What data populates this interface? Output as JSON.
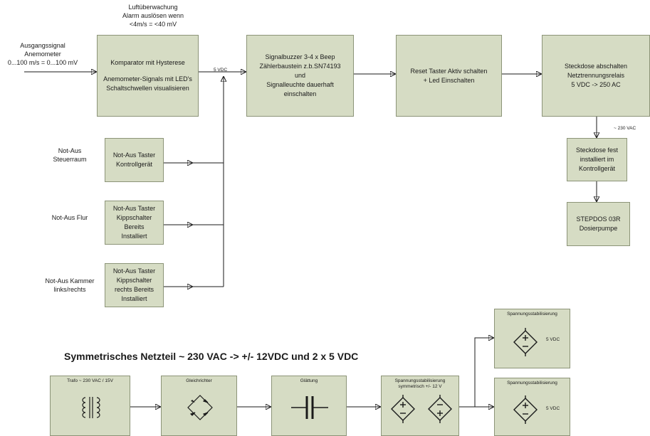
{
  "top_labels": {
    "luft": [
      "Luftüberwachung",
      "Alarm auslösen wenn",
      "<4m/s = <40 mV"
    ],
    "ausgang": [
      "Ausgangssignal",
      "Anemometer",
      "0...100 m/s = 0...100 mV"
    ],
    "vdc5": "5 VDC",
    "vac230": "~ 230 VAC"
  },
  "boxes": {
    "komparator": [
      "Komparator mit Hysterese",
      "",
      "Anemometer-Signals mit LED's",
      "Schaltschwellen visualisieren"
    ],
    "signalbuzzer": [
      "Signalbuzzer 3-4 x Beep",
      "Zählerbaustein z.b.SN74193",
      "und",
      "Signalleuchte dauerhaft",
      "einschalten"
    ],
    "reset": [
      "Reset Taster Aktiv schalten",
      "+ Led Einschalten"
    ],
    "steckdose_ab": [
      "Steckdose abschalten",
      "Netztrennungsrelais",
      "5 VDC -> 250 AC"
    ],
    "steckdose_fest": [
      "Steckdose fest",
      "installiert im",
      "Kontrollgerät"
    ],
    "stepdos": [
      "STEPDOS 03R",
      "Dosierpumpe"
    ],
    "notaus1": [
      "Not-Aus Taster",
      "Kontrollgerät"
    ],
    "notaus2": [
      "Not-Aus Taster",
      "Kippschalter",
      "Bereits",
      "Installiert"
    ],
    "notaus3": [
      "Not-Aus Taster",
      "Kippschalter",
      "rechts Bereits",
      "Installiert"
    ]
  },
  "left_labels": {
    "notaus1": [
      "Not-Aus",
      "Steuerraum"
    ],
    "notaus2": [
      "Not-Aus Flur"
    ],
    "notaus3": [
      "Not-Aus Kammer",
      "links/rechts"
    ]
  },
  "psu": {
    "title": "Symmetrisches Netzteil ~ 230 VAC -> +/- 12VDC und 2 x 5 VDC",
    "trafo": "Trafo ~ 230 VAC / 15V",
    "gleichrichter": "Gleichrichter",
    "glaettung": "Glättung",
    "stab_sym": [
      "Spannungsstabilisierung",
      "symmetrisch +/- 12 V"
    ],
    "stab_top": "Spannungsstabilisierung",
    "stab_bottom": "Spannungsstabilisierung",
    "out_top": "5 VDC",
    "out_bottom": "5 VDC",
    "icons": [
      "transformer-icon",
      "bridge-rectifier-icon",
      "capacitor-icon",
      "voltage-source-icon"
    ]
  }
}
